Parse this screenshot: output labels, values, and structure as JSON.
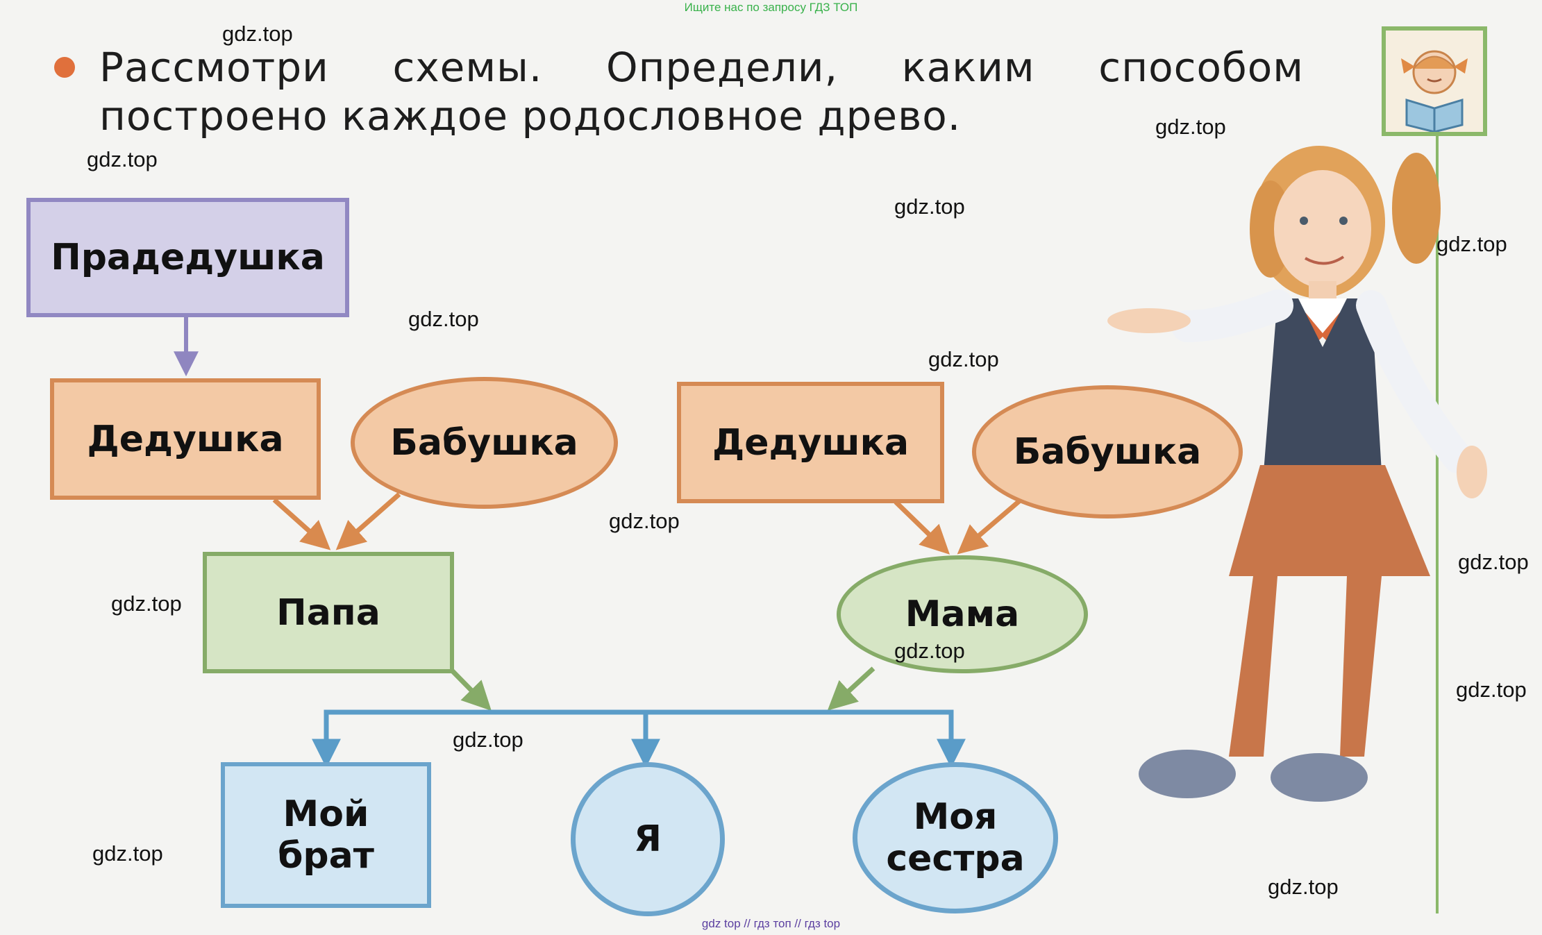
{
  "header": {
    "banner": "Ищите нас по запросу ГДЗ ТОП"
  },
  "task": {
    "text": "Рассмотри схемы. Определи, каким способом построено каждое родословное древо."
  },
  "tree": {
    "great_grandfather": "Прадедушка",
    "paternal_grandfather": "Дедушка",
    "paternal_grandmother": "Бабушка",
    "maternal_grandfather": "Дедушка",
    "maternal_grandmother": "Бабушка",
    "father": "Папа",
    "mother": "Мама",
    "brother_line1": "Мой",
    "brother_line2": "брат",
    "me": "Я",
    "sister_line1": "Моя",
    "sister_line2": "сестра"
  },
  "watermark": "gdz.top",
  "footer": {
    "text": "gdz top  //  гдз топ  //  гдз top"
  },
  "colors": {
    "purple_fill": "#d4d0e8",
    "purple_border": "#9188c2",
    "peach_fill": "#f3c9a5",
    "peach_border": "#d58a54",
    "green_fill": "#d6e5c5",
    "green_border": "#86ab68",
    "blue_fill": "#d2e6f3",
    "blue_border": "#6ba4cc",
    "arrow_orange": "#d98a4e",
    "arrow_blue": "#5a9cc8",
    "arrow_purple": "#8f86c0",
    "accent_green": "#8bb86a"
  },
  "icons": [
    "reading-girl-icon",
    "girl-illustration"
  ]
}
